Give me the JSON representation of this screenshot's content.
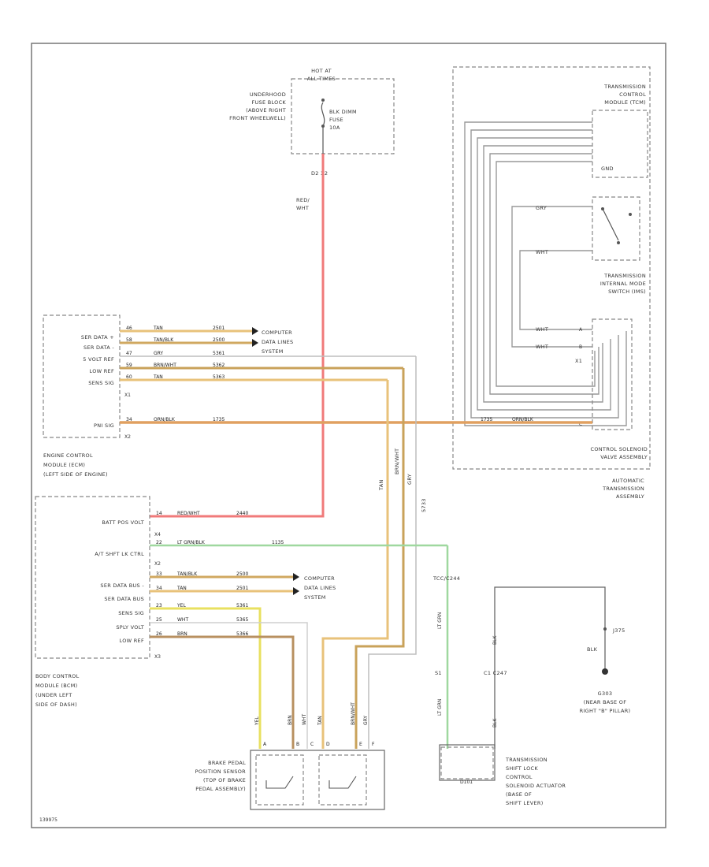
{
  "diagram_id": "139975",
  "fuse_block": {
    "hot_at": [
      "HOT AT",
      "ALL TIMES"
    ],
    "location": [
      "UNDERHOOD",
      "FUSE BLOCK",
      "(ABOVE RIGHT",
      "FRONT WHEELWELL)"
    ],
    "fuse_name": [
      "BLK DIMM",
      "FUSE",
      "10A"
    ],
    "connector": "D2  X2"
  },
  "feed_wire": [
    "RED/",
    "WHT"
  ],
  "tcm": {
    "title": [
      "TRANSMISSION",
      "CONTROL",
      "MODULE (TCM)"
    ],
    "gnd": "GND"
  },
  "range_switch": {
    "title": [
      "TRANSMISSION",
      "INTERNAL MODE",
      "SWITCH (IMS)"
    ],
    "wires": [
      "GRY",
      "WHT"
    ]
  },
  "solenoid_valve": {
    "title": [
      "CONTROL SOLENOID",
      "VALVE ASSEMBLY"
    ],
    "connector": "X1",
    "pins": [
      "A",
      "B",
      "C"
    ],
    "wires": [
      "WHT",
      "WHT"
    ]
  },
  "auto_trans": [
    "AUTOMATIC",
    "TRANSMISSION",
    "ASSEMBLY"
  ],
  "ecm": {
    "pins": [
      {
        "label": "SER DATA +",
        "pin": "46",
        "color": "TAN",
        "circuit": "2501"
      },
      {
        "label": "SER DATA -",
        "pin": "58",
        "color": "TAN/BLK",
        "circuit": "2500"
      },
      {
        "label": "5 VOLT REF",
        "pin": "47",
        "color": "GRY",
        "circuit": "5361"
      },
      {
        "label": "LOW REF",
        "pin": "59",
        "color": "BRN/WHT",
        "circuit": "5362"
      },
      {
        "label": "SENS SIG",
        "pin": "60",
        "color": "TAN",
        "circuit": "5363"
      },
      {
        "label": "PNI SIG",
        "pin": "34",
        "color": "ORN/BLK",
        "circuit": "1735"
      }
    ],
    "connectors": [
      "X1",
      "X2"
    ],
    "title": [
      "ENGINE CONTROL",
      "MODULE (ECM)",
      "(LEFT SIDE OF ENGINE)"
    ]
  },
  "computer_data_1": [
    "COMPUTER",
    "DATA LINES",
    "SYSTEM"
  ],
  "bcm": {
    "pins": [
      {
        "label": "BATT POS VOLT",
        "pin": "14",
        "color": "RED/WHT",
        "circuit": "2440",
        "conn": "X4"
      },
      {
        "label": "A/T SHFT LK CTRL",
        "pin": "22",
        "color": "LT GRN/BLK",
        "circuit": "1135",
        "conn": "X2"
      },
      {
        "label": "SER DATA BUS -",
        "pin": "33",
        "color": "TAN/BLK",
        "circuit": "2500"
      },
      {
        "label": "SER DATA BUS",
        "pin": "34",
        "color": "TAN",
        "circuit": "2501"
      },
      {
        "label": "SENS SIG",
        "pin": "23",
        "color": "YEL",
        "circuit": "5361"
      },
      {
        "label": "SPLY VOLT",
        "pin": "25",
        "color": "WHT",
        "circuit": "5365"
      },
      {
        "label": "LOW REF",
        "pin": "26",
        "color": "BRN",
        "circuit": "5366"
      }
    ],
    "end_conn": "X3",
    "title": [
      "BODY CONTROL",
      "MODULE (BCM)",
      "(UNDER LEFT",
      "SIDE OF DASH)"
    ]
  },
  "computer_data_2": [
    "COMPUTER",
    "DATA LINES",
    "SYSTEM"
  ],
  "vertical_wires": [
    "TAN",
    "BRN/WHT",
    "GRY",
    "5733"
  ],
  "shift_lock": {
    "ref_label": "TCC/C244",
    "wires": [
      "LT GRN",
      "BLK",
      "LT GRN",
      "BLK"
    ],
    "connector": "C1  C247",
    "splice": "S1",
    "diode": "D101",
    "title": [
      "TRANSMISSION",
      "SHIFT LOCK",
      "CONTROL",
      "SOLENOID ACTUATOR",
      "(BASE OF",
      "SHIFT LEVER)"
    ]
  },
  "ground": {
    "label": "G303",
    "wire": "BLK",
    "splice": "J375",
    "title": [
      "G303",
      "(NEAR BASE OF",
      "RIGHT \"B\" PILLAR)"
    ]
  },
  "brake_sensor": {
    "title": [
      "BRAKE PEDAL",
      "POSITION SENSOR",
      "(TOP OF BRAKE",
      "PEDAL ASSEMBLY)"
    ],
    "wires": [
      "YEL",
      "BRN",
      "WHT",
      "TAN",
      "BRN/WHT",
      "GRY"
    ],
    "pins": [
      "A",
      "B",
      "C",
      "D",
      "E",
      "F"
    ]
  },
  "colors": {
    "red": "#f07a7a",
    "orange": "#e0b070",
    "tan": "#e8c27a",
    "yellow": "#e8e060",
    "brown": "#b89060",
    "green": "#9fd89f",
    "gray": "#9a9a9a"
  }
}
